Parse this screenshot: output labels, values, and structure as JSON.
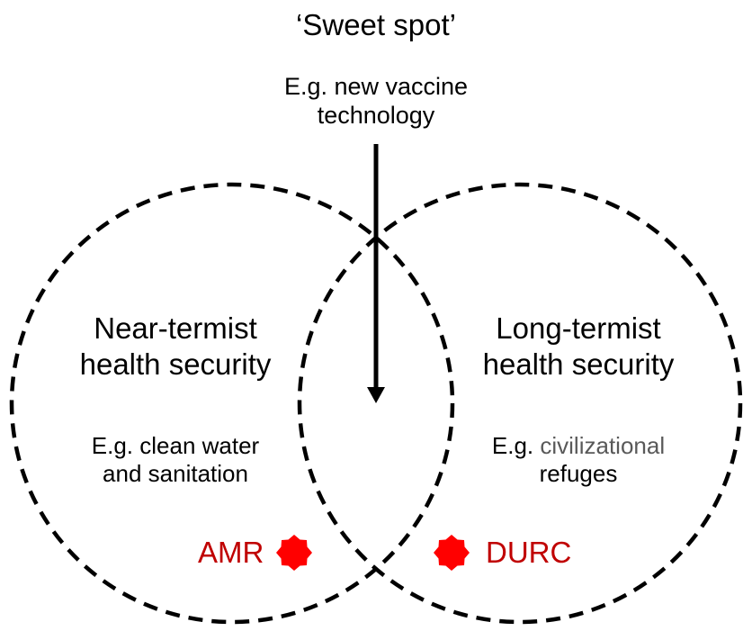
{
  "title": "‘Sweet spot’",
  "top_example": {
    "line1": "E.g. new vaccine",
    "line2": "technology"
  },
  "left_circle": {
    "title_line1": "Near-termist",
    "title_line2": "health security",
    "example_line1": "E.g. clean water",
    "example_line2": "and sanitation"
  },
  "right_circle": {
    "title_line1": "Long-termist",
    "title_line2": "health security",
    "example_prefix": "E.g. ",
    "example_highlight": "civilizational",
    "example_line2": "refuges"
  },
  "markers": {
    "amr": "AMR",
    "durc": "DURC"
  },
  "colors": {
    "marker_red": "#c00000",
    "star_red": "#ff0000",
    "highlight_grey": "#595959"
  }
}
